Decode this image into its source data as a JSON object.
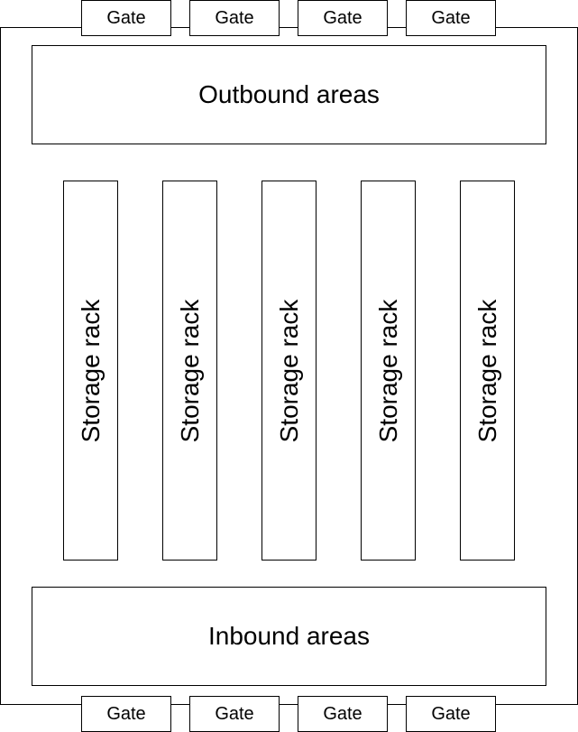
{
  "diagram": {
    "gates_top": [
      "Gate",
      "Gate",
      "Gate",
      "Gate"
    ],
    "gates_bottom": [
      "Gate",
      "Gate",
      "Gate",
      "Gate"
    ],
    "outbound_label": "Outbound areas",
    "inbound_label": "Inbound areas",
    "racks": [
      "Storage rack",
      "Storage rack",
      "Storage rack",
      "Storage rack",
      "Storage rack"
    ]
  }
}
